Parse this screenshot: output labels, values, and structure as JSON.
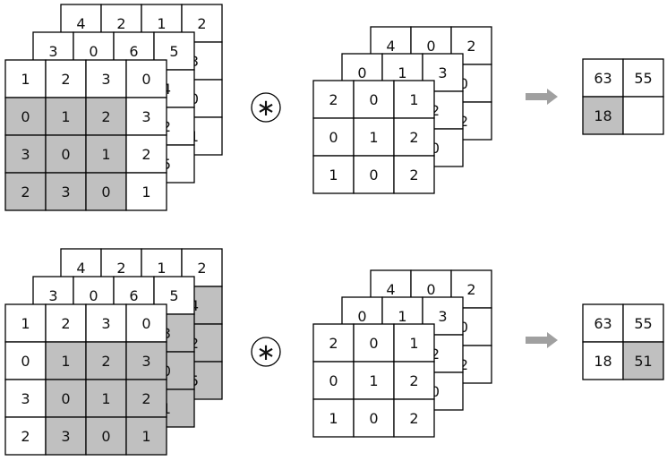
{
  "colors": {
    "shaded": "#c0c0c0",
    "border": "#000000",
    "arrow": "#a0a0a0"
  },
  "operator_symbol": "∗",
  "examples": [
    {
      "input": {
        "layers": [
          [
            [
              "1",
              "2",
              "3",
              "0"
            ],
            [
              "0",
              "1",
              "2",
              "3"
            ],
            [
              "3",
              "0",
              "1",
              "2"
            ],
            [
              "2",
              "3",
              "0",
              "1"
            ]
          ],
          [
            [
              "3",
              "0",
              "6",
              "5"
            ],
            [
              "",
              "",
              "",
              "4"
            ],
            [
              "",
              "",
              "",
              "2"
            ],
            [
              "",
              "",
              "",
              "5"
            ]
          ],
          [
            [
              "4",
              "2",
              "1",
              "2"
            ],
            [
              "",
              "",
              "",
              "3"
            ],
            [
              "",
              "",
              "",
              "0"
            ],
            [
              "",
              "",
              "",
              "1"
            ]
          ]
        ],
        "window": {
          "front_rows": [
            1,
            3
          ],
          "front_cols": [
            0,
            2
          ],
          "side_shaded": false
        }
      },
      "filter": {
        "layers": [
          [
            [
              "2",
              "0",
              "1"
            ],
            [
              "0",
              "1",
              "2"
            ],
            [
              "1",
              "0",
              "2"
            ]
          ],
          [
            [
              "0",
              "1",
              "3"
            ],
            [
              "",
              "",
              "2"
            ],
            [
              "",
              "",
              "0"
            ]
          ],
          [
            [
              "4",
              "0",
              "2"
            ],
            [
              "",
              "",
              "0"
            ],
            [
              "",
              "",
              "2"
            ]
          ]
        ]
      },
      "output": {
        "cells": [
          "63",
          "55",
          "18",
          ""
        ],
        "shaded_index": 2
      }
    },
    {
      "input": {
        "layers": [
          [
            [
              "1",
              "2",
              "3",
              "0"
            ],
            [
              "0",
              "1",
              "2",
              "3"
            ],
            [
              "3",
              "0",
              "1",
              "2"
            ],
            [
              "2",
              "3",
              "0",
              "1"
            ]
          ],
          [
            [
              "3",
              "0",
              "6",
              "5"
            ],
            [
              "",
              "",
              "",
              "3"
            ],
            [
              "",
              "",
              "",
              "0"
            ],
            [
              "",
              "",
              "",
              "1"
            ]
          ],
          [
            [
              "4",
              "2",
              "1",
              "2"
            ],
            [
              "",
              "",
              "",
              "4"
            ],
            [
              "",
              "",
              "",
              "2"
            ],
            [
              "",
              "",
              "",
              "5"
            ]
          ]
        ],
        "window": {
          "front_rows": [
            1,
            3
          ],
          "front_cols": [
            1,
            3
          ],
          "side_shaded": true
        }
      },
      "filter": {
        "layers": [
          [
            [
              "2",
              "0",
              "1"
            ],
            [
              "0",
              "1",
              "2"
            ],
            [
              "1",
              "0",
              "2"
            ]
          ],
          [
            [
              "0",
              "1",
              "3"
            ],
            [
              "",
              "",
              "2"
            ],
            [
              "",
              "",
              "0"
            ]
          ],
          [
            [
              "4",
              "0",
              "2"
            ],
            [
              "",
              "",
              "0"
            ],
            [
              "",
              "",
              "2"
            ]
          ]
        ]
      },
      "output": {
        "cells": [
          "63",
          "55",
          "18",
          "51"
        ],
        "shaded_index": 3
      }
    }
  ]
}
